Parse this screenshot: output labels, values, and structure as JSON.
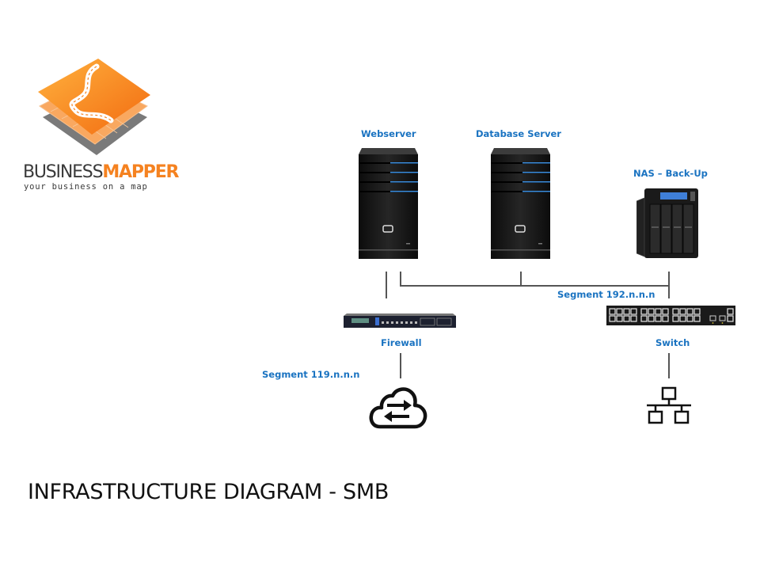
{
  "logo": {
    "brand_part1": "BUSINESS",
    "brand_part2": "MAPPER",
    "tagline": "your business on a map",
    "colors": {
      "orange": "#f58220",
      "gray": "#3a3a3a"
    }
  },
  "nodes": {
    "webserver": {
      "label": "Webserver",
      "icon": "server-tower-icon"
    },
    "database_server": {
      "label": "Database Server",
      "icon": "server-tower-icon"
    },
    "nas": {
      "label": "NAS – Back-Up",
      "icon": "nas-storage-icon"
    },
    "firewall": {
      "label": "Firewall",
      "icon": "rack-firewall-icon"
    },
    "switch": {
      "label": "Switch",
      "icon": "network-switch-icon"
    },
    "internet": {
      "icon": "cloud-transfer-icon"
    },
    "lan": {
      "icon": "lan-network-icon"
    }
  },
  "segments": {
    "internal": "Segment 192.n.n.n",
    "external": "Segment 119.n.n.n"
  },
  "title": "INFRASTRUCTURE DIAGRAM - SMB",
  "colors": {
    "label_blue": "#1a73c1",
    "connector": "#555555"
  }
}
